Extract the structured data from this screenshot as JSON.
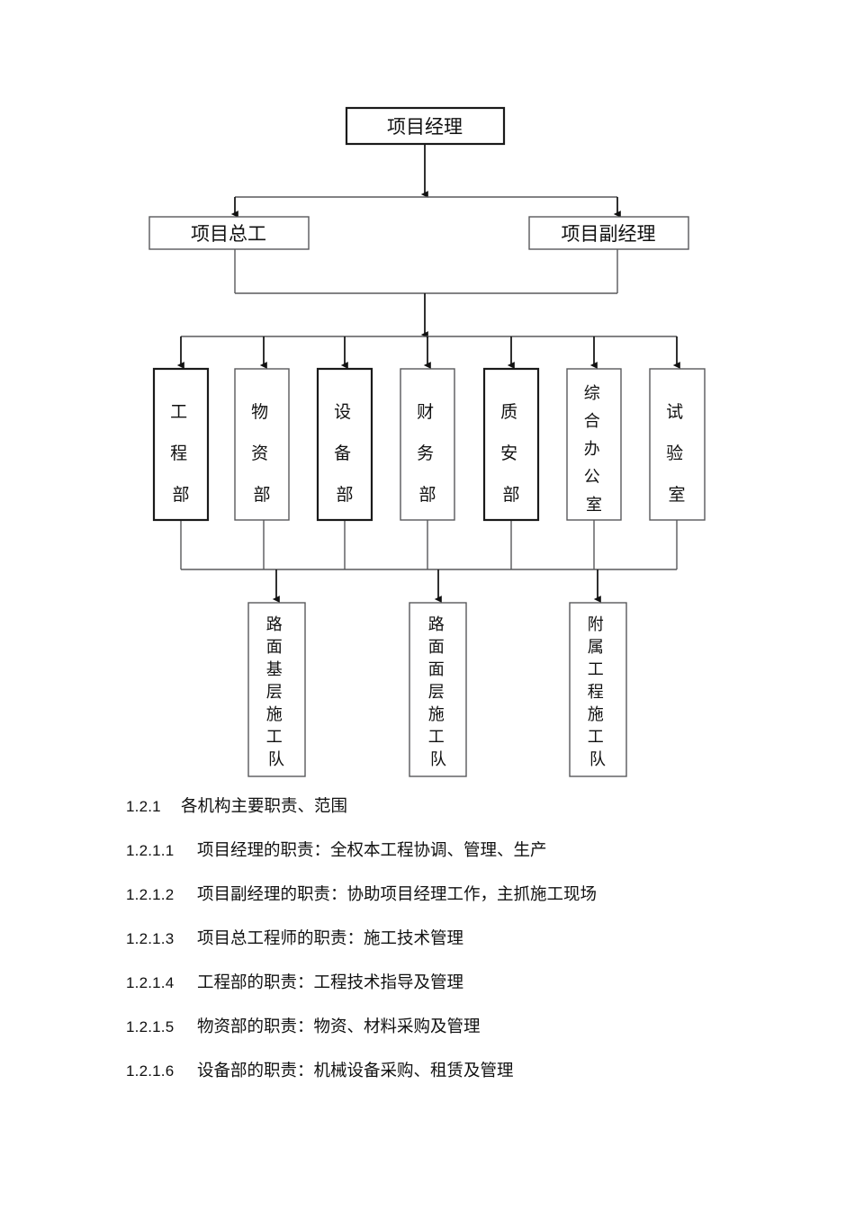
{
  "document": {
    "language": "zh-CN",
    "page_background": "#ffffff",
    "ink_color": "#111111",
    "line_color": "#58595b"
  },
  "org_chart": {
    "title_level_1": "项目经理",
    "level_1": [
      {
        "id": "project-manager",
        "label": "项目经理",
        "orientation": "horizontal",
        "emphasis": "heavy"
      }
    ],
    "level_2": [
      {
        "id": "project-chief-engineer",
        "label": "项目总工",
        "orientation": "horizontal",
        "emphasis": "normal"
      },
      {
        "id": "deputy-project-manager",
        "label": "项目副经理",
        "orientation": "horizontal",
        "emphasis": "normal"
      }
    ],
    "departments": [
      {
        "id": "engineering-department",
        "label": "工程部",
        "chars": [
          "工",
          "程",
          "部"
        ],
        "orientation": "vertical",
        "emphasis": "heavy"
      },
      {
        "id": "materials-department",
        "label": "物资部",
        "chars": [
          "物",
          "资",
          "部"
        ],
        "orientation": "vertical",
        "emphasis": "normal"
      },
      {
        "id": "equipment-department",
        "label": "设备部",
        "chars": [
          "设",
          "备",
          "部"
        ],
        "orientation": "vertical",
        "emphasis": "heavy"
      },
      {
        "id": "finance-department",
        "label": "财务部",
        "chars": [
          "财",
          "务",
          "部"
        ],
        "orientation": "vertical",
        "emphasis": "normal"
      },
      {
        "id": "quality-safety-department",
        "label": "质安部",
        "chars": [
          "质",
          "安",
          "部"
        ],
        "orientation": "vertical",
        "emphasis": "heavy"
      },
      {
        "id": "general-office",
        "label": "综合办公室",
        "chars": [
          "综",
          "合",
          "办",
          "公",
          "室"
        ],
        "orientation": "vertical",
        "emphasis": "normal"
      },
      {
        "id": "laboratory",
        "label": "试验室",
        "chars": [
          "试",
          "验",
          "室"
        ],
        "orientation": "vertical",
        "emphasis": "normal"
      }
    ],
    "construction_teams": [
      {
        "id": "pavement-base-team",
        "label": "路面基层施工队",
        "chars": [
          "路",
          "面",
          "基",
          "层",
          "施",
          "工",
          "队"
        ],
        "orientation": "vertical",
        "emphasis": "normal"
      },
      {
        "id": "pavement-surface-team",
        "label": "路面面层施工队",
        "chars": [
          "路",
          "面",
          "面",
          "层",
          "施",
          "工",
          "队"
        ],
        "orientation": "vertical",
        "emphasis": "normal"
      },
      {
        "id": "ancillary-works-team",
        "label": "附属工程施工队",
        "chars": [
          "附",
          "属",
          "工",
          "程",
          "施",
          "工",
          "队"
        ],
        "orientation": "vertical",
        "emphasis": "normal"
      }
    ]
  },
  "sections": [
    {
      "id": "section-1-2-1",
      "level": 2,
      "number": "1.2.1",
      "text": "各机构主要职责、范围"
    },
    {
      "id": "section-1-2-1-1",
      "level": 3,
      "number": "1.2.1.1",
      "text": "项目经理的职责：全权本工程协调、管理、生产"
    },
    {
      "id": "section-1-2-1-2",
      "level": 3,
      "number": "1.2.1.2",
      "text": "项目副经理的职责：协助项目经理工作，主抓施工现场"
    },
    {
      "id": "section-1-2-1-3",
      "level": 3,
      "number": "1.2.1.3",
      "text": "项目总工程师的职责：施工技术管理"
    },
    {
      "id": "section-1-2-1-4",
      "level": 3,
      "number": "1.2.1.4",
      "text": "工程部的职责：工程技术指导及管理"
    },
    {
      "id": "section-1-2-1-5",
      "level": 3,
      "number": "1.2.1.5",
      "text": "物资部的职责：物资、材料采购及管理"
    },
    {
      "id": "section-1-2-1-6",
      "level": 3,
      "number": "1.2.1.6",
      "text": "设备部的职责：机械设备采购、租赁及管理"
    }
  ]
}
